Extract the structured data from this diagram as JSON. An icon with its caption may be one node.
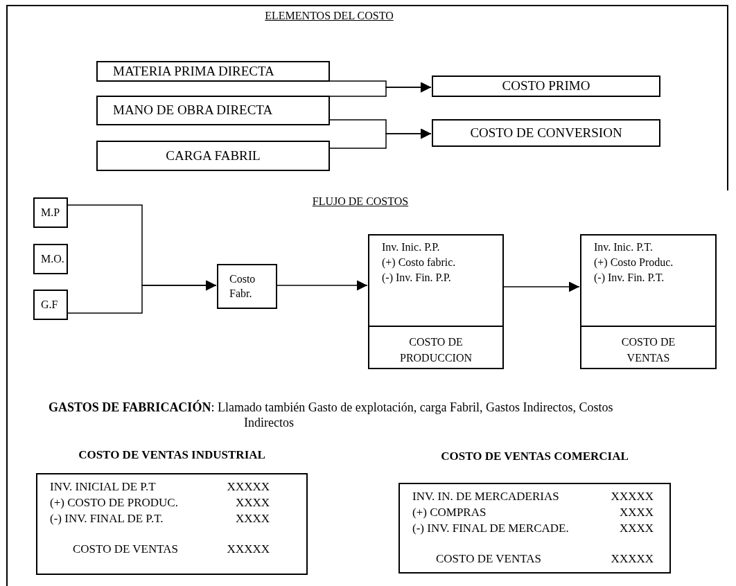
{
  "diagram": {
    "title": "ELEMENTOS DEL COSTO",
    "nodes": [
      {
        "text": [
          "MATERIA PRIMA DIRECTA"
        ]
      },
      {
        "text": [
          "MANO  DE OBRA DIRECTA"
        ]
      },
      {
        "text": [
          "CARGA FABRIL"
        ]
      },
      {
        "text": [
          "COSTO PRIMO"
        ]
      },
      {
        "text": [
          "COSTO DE CONVERSION"
        ]
      },
      {
        "text": [
          "M.P"
        ]
      },
      {
        "text": [
          "M.O."
        ]
      },
      {
        "text": [
          "G.F"
        ]
      },
      {
        "text": [
          "Costo Fabr."
        ]
      },
      {
        "text": [
          "Inv. Inic. P.P.",
          "(+) Costo fabric.",
          "(-) Inv. Fin. P.P.",
          "COSTO DE PRODUCCION"
        ]
      },
      {
        "text": [
          "Inv. Inic. P.T.",
          "(+) Costo Produc.",
          "(-) Inv. Fin. P.T.",
          "COSTO DE VENTAS"
        ]
      },
      {
        "text": [
          "COSTO DE VENTAS INDUSTRIAL",
          "INV. INICIAL DE  P.T",
          "XXXXX",
          "(+) COSTO DE PRODUC.",
          "XXXX",
          "(-) INV. FINAL DE P.T.",
          "XXXX",
          "COSTO DE VENTAS",
          "XXXXX"
        ]
      },
      {
        "text": [
          "COSTO DE VENTAS COMERCIAL",
          "INV. IN. DE  MERCADERIAS",
          "XXXXX",
          "(+) COMPRAS",
          "XXXX",
          "(-) INV. FINAL DE MERCADE.",
          "XXXX",
          "COSTO DE VENTAS",
          "XXXXX"
        ]
      }
    ],
    "edges": [
      {
        "from": 0,
        "to": 3,
        "arrow": "to"
      },
      {
        "from": 1,
        "to": 3,
        "arrow": "to"
      },
      {
        "from": 1,
        "to": 4,
        "arrow": "to"
      },
      {
        "from": 2,
        "to": 4,
        "arrow": "to"
      },
      {
        "from": 5,
        "to": 8,
        "arrow": "to"
      },
      {
        "from": 7,
        "to": 8,
        "arrow": "to"
      },
      {
        "from": 8,
        "to": 9,
        "arrow": "to"
      },
      {
        "from": 9,
        "to": 10,
        "arrow": "to"
      }
    ],
    "labels": [
      "FLUJO DE COSTOS",
      "**GASTOS DE  FABRICACIÓN**: Llamado también Gasto de explotación, carga Fabril, Gastos Indirectos, Costos Indirectos"
    ]
  }
}
